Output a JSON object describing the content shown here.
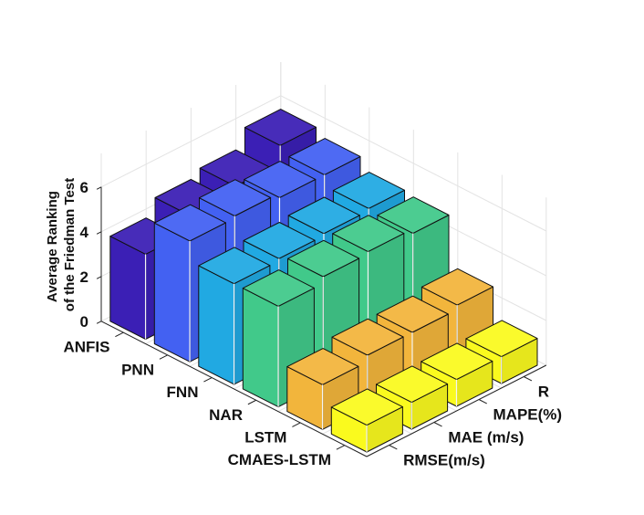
{
  "chart_data": {
    "type": "bar3d",
    "title": "",
    "zlabel_lines": [
      "Average Ranking",
      "of the Friedman Test"
    ],
    "zlim": [
      0,
      6
    ],
    "zticks": [
      0,
      2,
      4,
      6
    ],
    "models": [
      "ANFIS",
      "PNN",
      "FNN",
      "NAR",
      "LSTM",
      "CMAES-LSTM"
    ],
    "metrics": [
      "RMSE(m/s)",
      "MAE (m/s)",
      "MAPE(%)",
      "R"
    ],
    "values": [
      [
        3.8,
        4.5,
        4.8,
        5.6
      ],
      [
        5.4,
        5.5,
        5.3,
        5.3
      ],
      [
        4.5,
        4.6,
        4.7,
        4.8
      ],
      [
        4.5,
        4.8,
        4.9,
        4.7
      ],
      [
        2.0,
        2.3,
        2.3,
        2.5
      ],
      [
        1.2,
        1.2,
        1.2,
        1.2
      ]
    ],
    "colors": [
      "#3b1fb5",
      "#4361f2",
      "#21a9e2",
      "#41c98a",
      "#f2b53c",
      "#fafa1e"
    ],
    "grid": true
  }
}
